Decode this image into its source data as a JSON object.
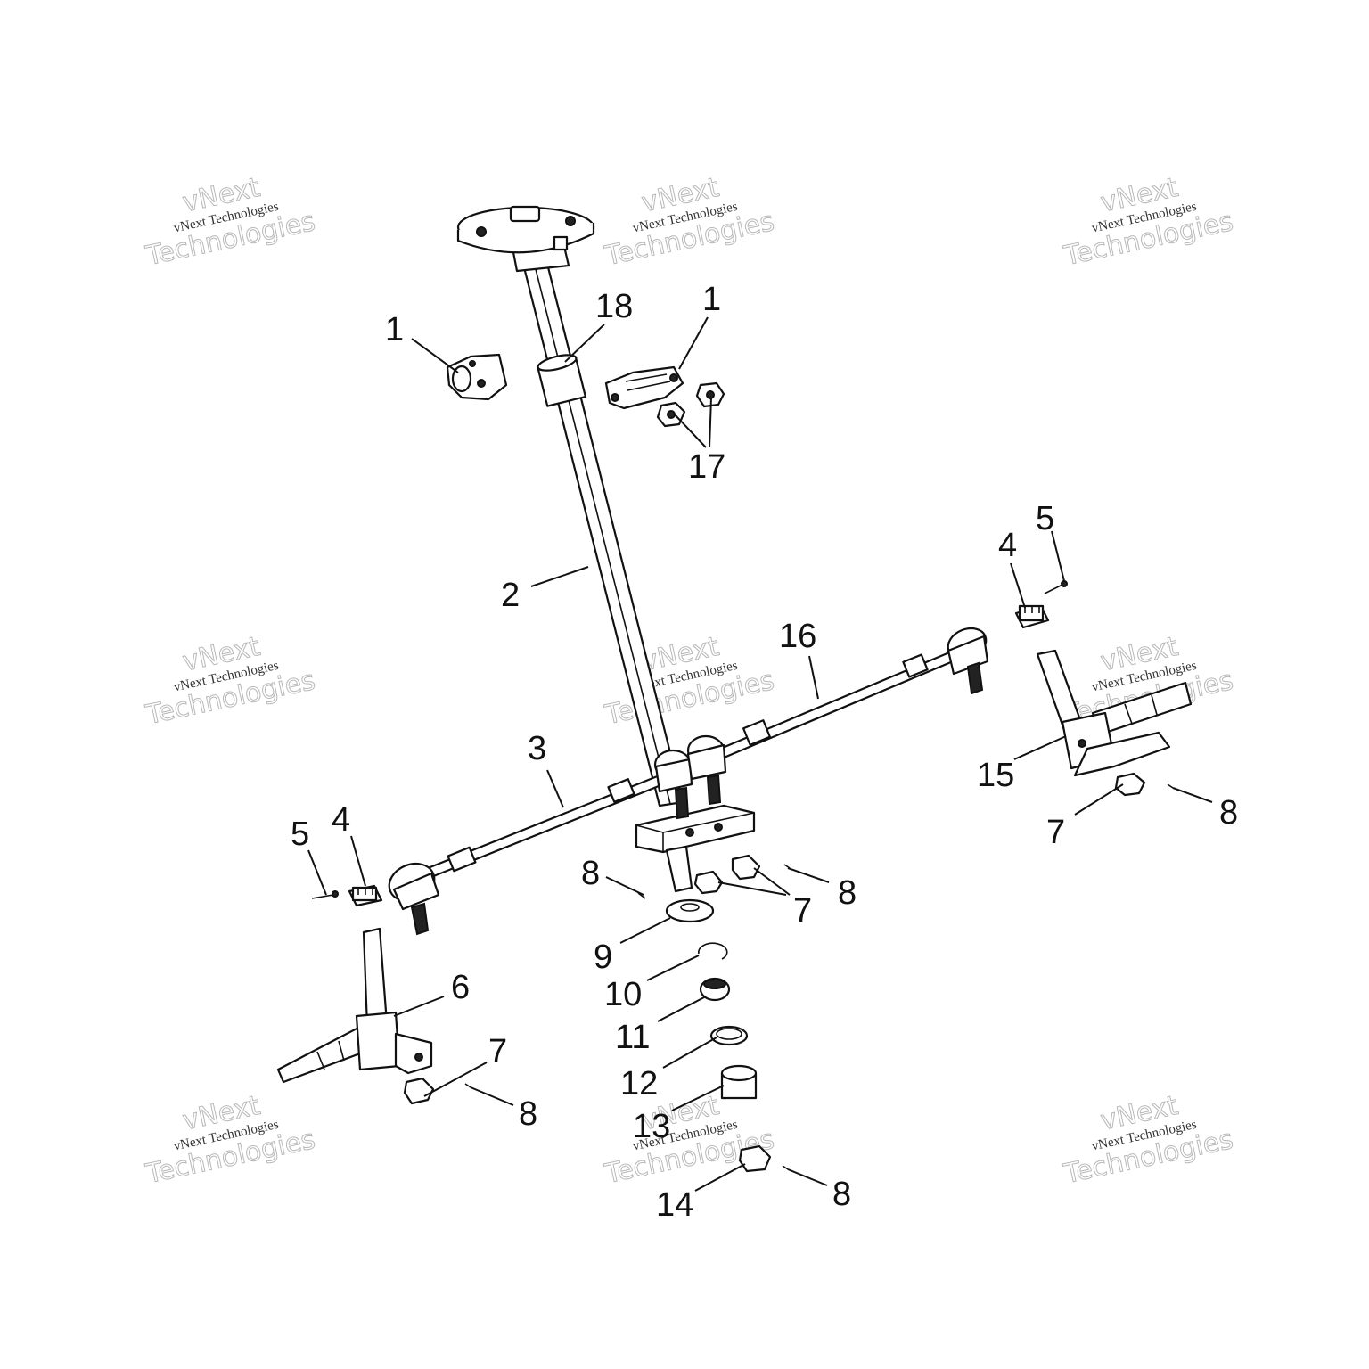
{
  "watermark": {
    "line_small": "vNext Technologies",
    "line_top": "vNext",
    "line_bottom": "Technologies"
  },
  "callouts": {
    "c1a": "1",
    "c1b": "1",
    "c2": "2",
    "c3": "3",
    "c4a": "4",
    "c4b": "4",
    "c5a": "5",
    "c5b": "5",
    "c6": "6",
    "c7a": "7",
    "c7b": "7",
    "c7c": "7",
    "c8a": "8",
    "c8b": "8",
    "c8c": "8",
    "c8d": "8",
    "c8e": "8",
    "c9": "9",
    "c10": "10",
    "c11": "11",
    "c12": "12",
    "c13": "13",
    "c14": "14",
    "c15": "15",
    "c16": "16",
    "c17": "17",
    "c18": "18"
  }
}
